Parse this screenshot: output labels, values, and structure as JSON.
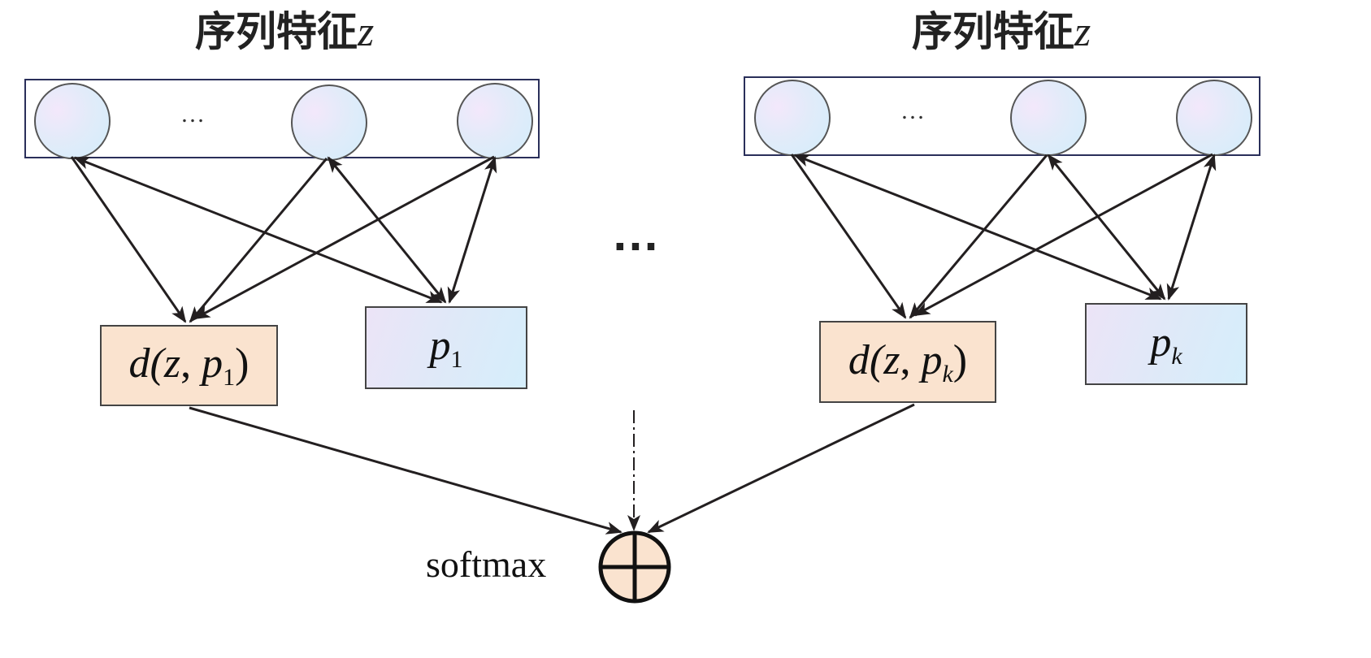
{
  "left_group": {
    "title": "序列特征",
    "title_var": "z",
    "ellipsis": "…",
    "distance": {
      "prefix": "d(",
      "var": "z",
      "comma": ", ",
      "p": "p",
      "sub": "1",
      "close": ")"
    },
    "prototype": {
      "p": "p",
      "sub": "1"
    }
  },
  "right_group": {
    "title": "序列特征",
    "title_var": "z",
    "ellipsis": "…",
    "distance": {
      "prefix": "d(",
      "var": "z",
      "comma": ", ",
      "p": "p",
      "sub": "k",
      "close": ")"
    },
    "prototype": {
      "p": "p",
      "sub": "k"
    }
  },
  "middle_ellipsis": "…",
  "softmax_label": "softmax",
  "colors": {
    "stroke": "#231f20",
    "feature_box_border": "#2a2f5a",
    "distance_fill": "#fae3cf",
    "prototype_fill": "#dfe9f8",
    "softmax_fill": "#fae3cf"
  }
}
